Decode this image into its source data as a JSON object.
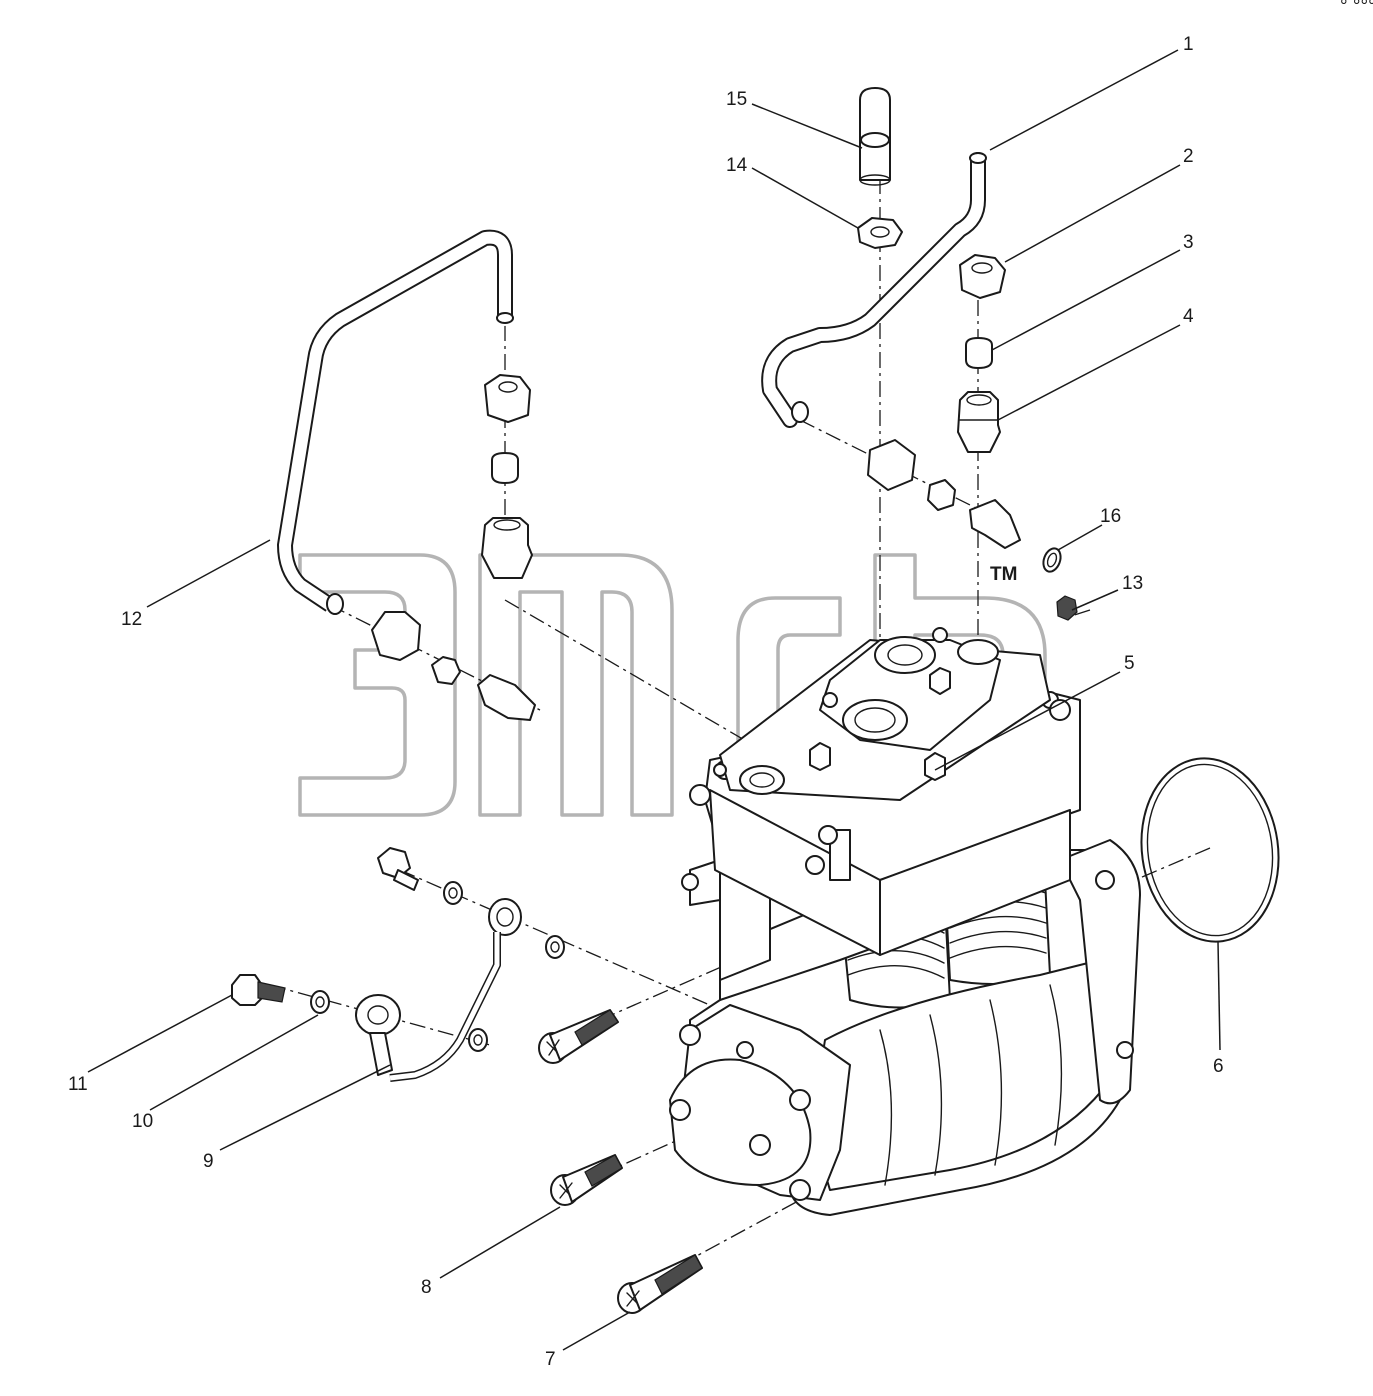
{
  "watermark": {
    "text": "TM"
  },
  "corner_mark": "° °°°",
  "callouts": [
    {
      "id": "callout-1",
      "label": "1"
    },
    {
      "id": "callout-2",
      "label": "2"
    },
    {
      "id": "callout-3",
      "label": "3"
    },
    {
      "id": "callout-4",
      "label": "4"
    },
    {
      "id": "callout-5",
      "label": "5"
    },
    {
      "id": "callout-6",
      "label": "6"
    },
    {
      "id": "callout-7",
      "label": "7"
    },
    {
      "id": "callout-8",
      "label": "8"
    },
    {
      "id": "callout-9",
      "label": "9"
    },
    {
      "id": "callout-10",
      "label": "10"
    },
    {
      "id": "callout-11",
      "label": "11"
    },
    {
      "id": "callout-12",
      "label": "12"
    },
    {
      "id": "callout-13",
      "label": "13"
    },
    {
      "id": "callout-14",
      "label": "14"
    },
    {
      "id": "callout-15",
      "label": "15"
    },
    {
      "id": "callout-16",
      "label": "16"
    }
  ],
  "colors": {
    "line": "#1a1a1a",
    "watermark": "#b4b4b4",
    "background": "#ffffff"
  }
}
